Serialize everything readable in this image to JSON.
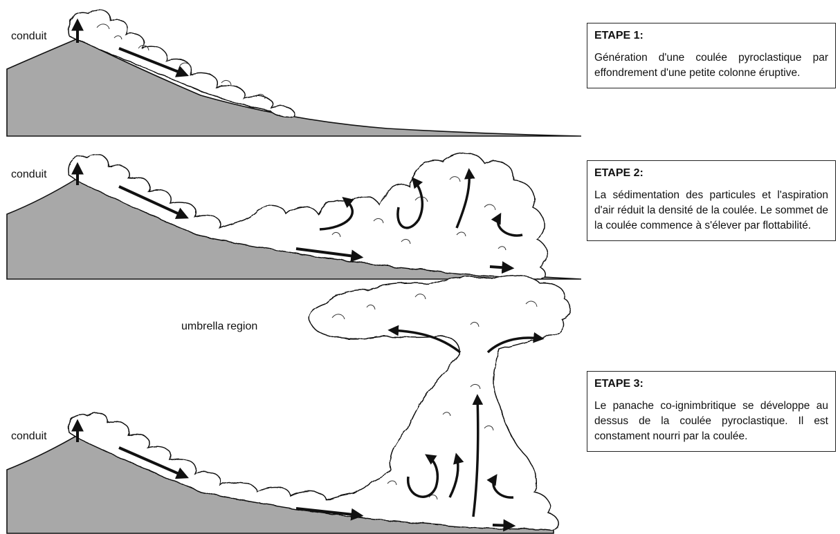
{
  "labels": {
    "conduit": "conduit",
    "umbrella": "umbrella region"
  },
  "steps": [
    {
      "title": "ETAPE 1:",
      "text": "Génération d'une coulée pyroclastique par effondrement d'une petite colonne éruptive."
    },
    {
      "title": "ETAPE 2:",
      "text": "La sédimentation des particules et l'aspiration d'air réduit la densité de la coulée.   Le sommet de la coulée commence à s'élever par flottabilité."
    },
    {
      "title": "ETAPE 3:",
      "text": "Le panache co-ignimbritique se développe au dessus de la coulée pyroclastique. Il est constament nourri par la coulée."
    }
  ],
  "colors": {
    "ground": "#a8a8a8",
    "outline": "#111111",
    "cloud_fill": "#ffffff"
  }
}
